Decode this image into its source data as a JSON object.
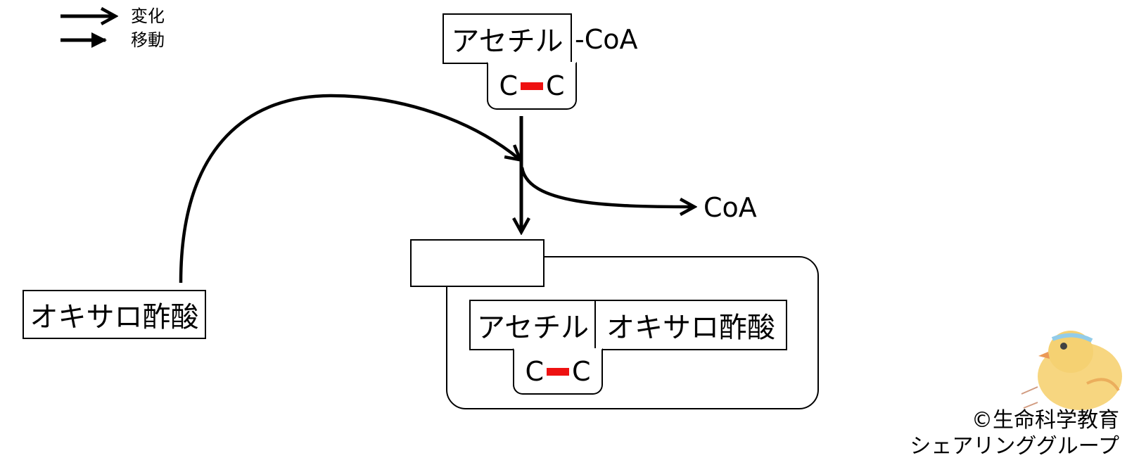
{
  "legend": {
    "change_label": "変化",
    "move_label": "移動"
  },
  "acetyl_coa": {
    "acetyl_label": "アセチル",
    "coa_suffix": "-CoA",
    "carbon_left": "C",
    "carbon_right": "C"
  },
  "coa_released_label": "CoA",
  "oxaloacetate_label": "オキサロ酢酸",
  "product": {
    "name_blank": "",
    "acetyl_label": "アセチル",
    "oxaloacetate_label": "オキサロ酢酸",
    "carbon_left": "C",
    "carbon_right": "C"
  },
  "credit": {
    "line1": "©生命科学教育",
    "line2": "シェアリンググループ"
  },
  "colors": {
    "bond": "#ee1111",
    "line": "#000000"
  }
}
